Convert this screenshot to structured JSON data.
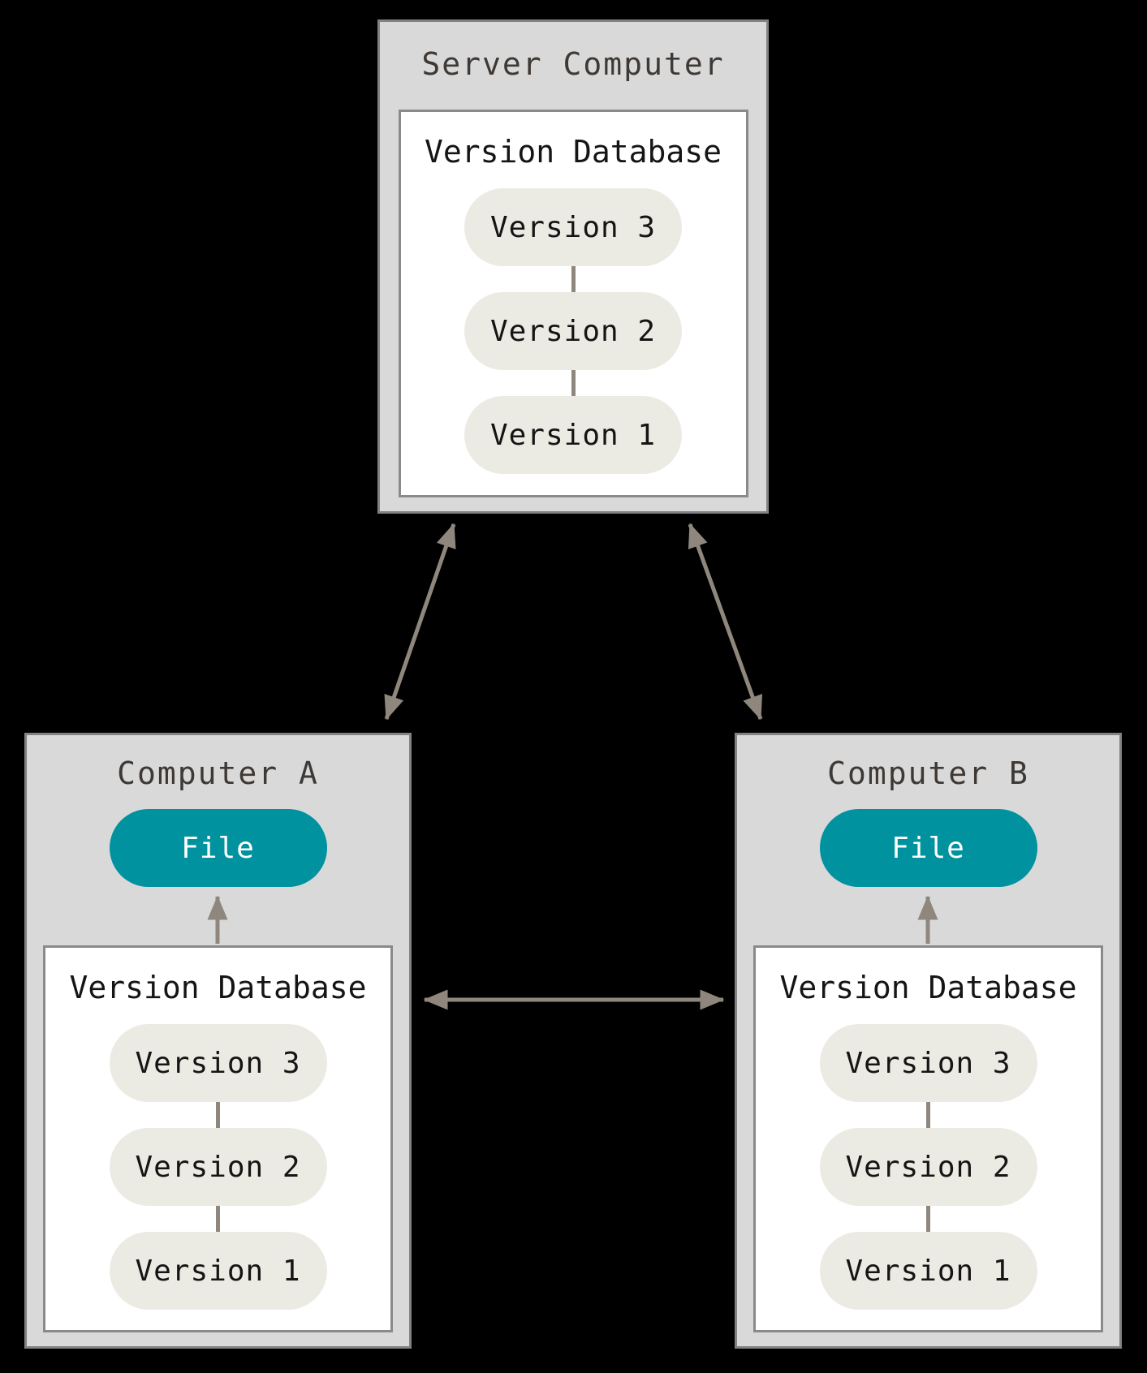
{
  "colors": {
    "background": "#000000",
    "box_fill": "#d9d9d9",
    "box_border": "#828282",
    "inner_fill": "#ffffff",
    "inner_border": "#8a8a8a",
    "pill_fill": "#ecebe3",
    "pill_text": "#151515",
    "title_text": "#3e3935",
    "file_fill": "#00929e",
    "file_text": "#ffffff",
    "arrow": "#8f877d"
  },
  "server": {
    "title": "Server Computer",
    "database": {
      "label": "Version Database",
      "versions": [
        "Version 3",
        "Version 2",
        "Version 1"
      ]
    }
  },
  "computer_a": {
    "title": "Computer A",
    "file_label": "File",
    "database": {
      "label": "Version Database",
      "versions": [
        "Version 3",
        "Version 2",
        "Version 1"
      ]
    }
  },
  "computer_b": {
    "title": "Computer B",
    "file_label": "File",
    "database": {
      "label": "Version Database",
      "versions": [
        "Version 3",
        "Version 2",
        "Version 1"
      ]
    }
  }
}
